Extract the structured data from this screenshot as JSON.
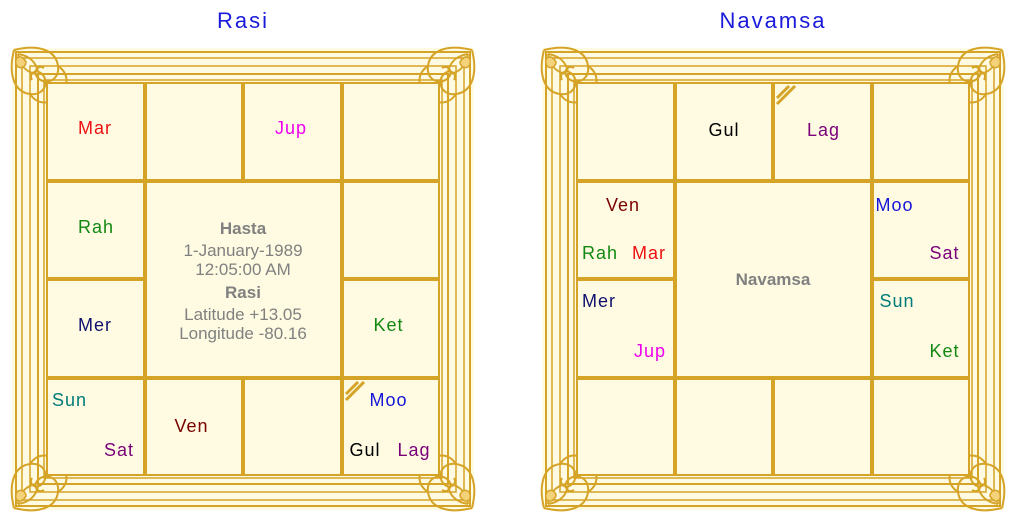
{
  "rasi": {
    "title": "Rasi",
    "center": {
      "nakshatra": "Hasta",
      "date": "1-January-1989",
      "time": "12:05:00 AM",
      "chart_name": "Rasi",
      "latitude": "Latitude +13.05",
      "longitude": "Longitude -80.16"
    },
    "planets": {
      "mar": "Mar",
      "jup": "Jup",
      "rah": "Rah",
      "mer": "Mer",
      "ket": "Ket",
      "sun": "Sun",
      "sat": "Sat",
      "ven": "Ven",
      "moo": "Moo",
      "gul": "Gul",
      "lag": "Lag"
    }
  },
  "navamsa": {
    "title": "Navamsa",
    "center": {
      "chart_name": "Navamsa"
    },
    "planets": {
      "gul": "Gul",
      "lag": "Lag",
      "ven": "Ven",
      "rah": "Rah",
      "mar": "Mar",
      "mer": "Mer",
      "jup": "Jup",
      "moo": "Moo",
      "sat": "Sat",
      "sun": "Sun",
      "ket": "Ket"
    }
  },
  "colors": {
    "title": "#1a1adb",
    "mar": "#ee1111",
    "jup": "#ee00ee",
    "rah": "#118811",
    "mer": "#10106e",
    "ket": "#118811",
    "sun": "#007a7a",
    "sat": "#7a007a",
    "ven": "#7a0000",
    "moo": "#1515d8",
    "gul": "#000000",
    "lag": "#7a007a",
    "frame": "#d5a326",
    "fill": "#fefbe2"
  }
}
